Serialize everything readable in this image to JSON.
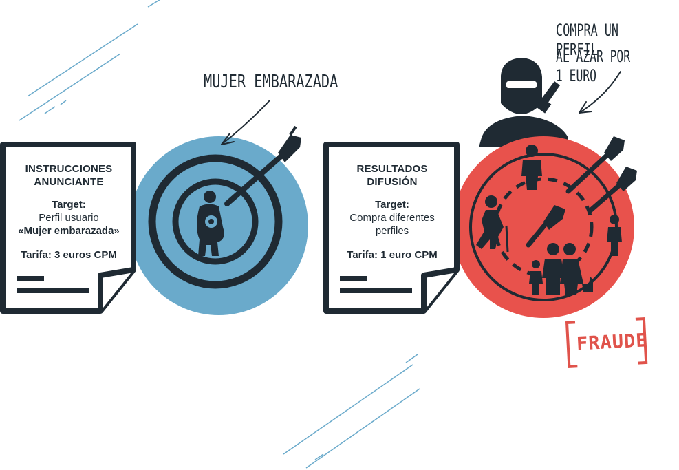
{
  "left_card": {
    "title_line1": "INSTRUCCIONES",
    "title_line2": "ANUNCIANTE",
    "target_label": "Target:",
    "target_line1": "Perfil usuario",
    "target_line2": "«Mujer embarazada»",
    "tarifa": "Tarifa: 3 euros CPM"
  },
  "right_card": {
    "title_line1": "RESULTADOS",
    "title_line2": "DIFUSIÓN",
    "target_label": "Target:",
    "target_line1": "Compra diferentes",
    "target_line2": "perfiles",
    "tarifa": "Tarifa: 1 euro CPM"
  },
  "annotations": {
    "left": "MUJER EMBARAZADA",
    "right_line1": "Compra un perfil",
    "right_line2": "al azar por 1 euro",
    "stamp": "FRAUDE"
  },
  "colors": {
    "blue_target": "#6aaacb",
    "red_target": "#e8524c",
    "ink": "#1f2a33",
    "stamp": "#e0534b",
    "accent_lines": "#6aaacb"
  }
}
